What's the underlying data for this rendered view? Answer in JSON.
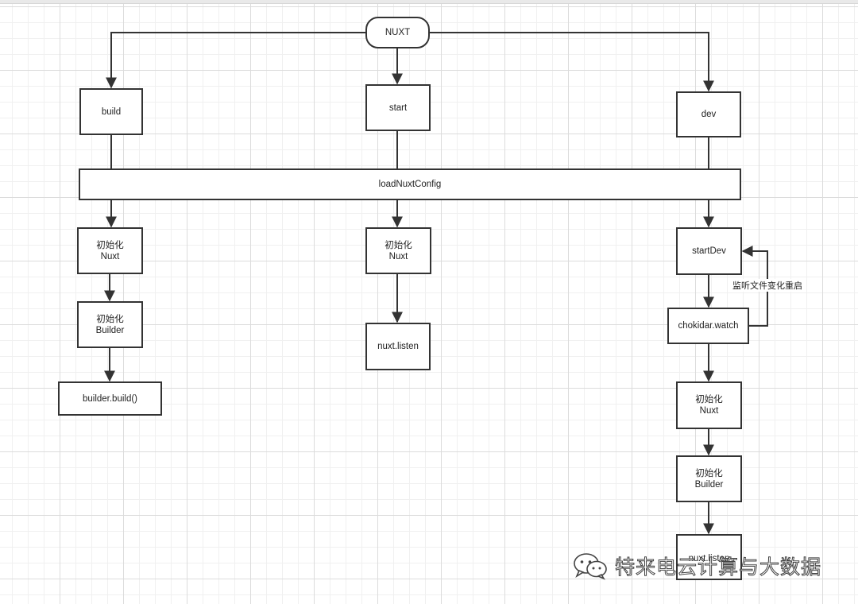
{
  "nodes": {
    "nuxt": "NUXT",
    "build": "build",
    "start": "start",
    "dev": "dev",
    "load_config": "loadNuxtConfig",
    "build_init_nuxt": "初始化\nNuxt",
    "build_init_builder": "初始化\nBuilder",
    "builder_build": "builder.build()",
    "start_init_nuxt": "初始化\nNuxt",
    "nuxt_listen": "nuxt.listen",
    "start_dev": "startDev",
    "chokidar_watch": "chokidar.watch",
    "dev_init_nuxt": "初始化\nNuxt",
    "dev_init_builder": "初始化\nBuilder",
    "dev_nuxt_listen": "nuxt.listen"
  },
  "edges": {
    "watch_restart_label": "监听文件变化重启"
  },
  "watermark": {
    "text": "特来电云计算与大数据",
    "icon": "wechat-icon"
  },
  "colors": {
    "stroke": "#333333",
    "grid": "#dcdcdc",
    "background": "#ffffff"
  }
}
